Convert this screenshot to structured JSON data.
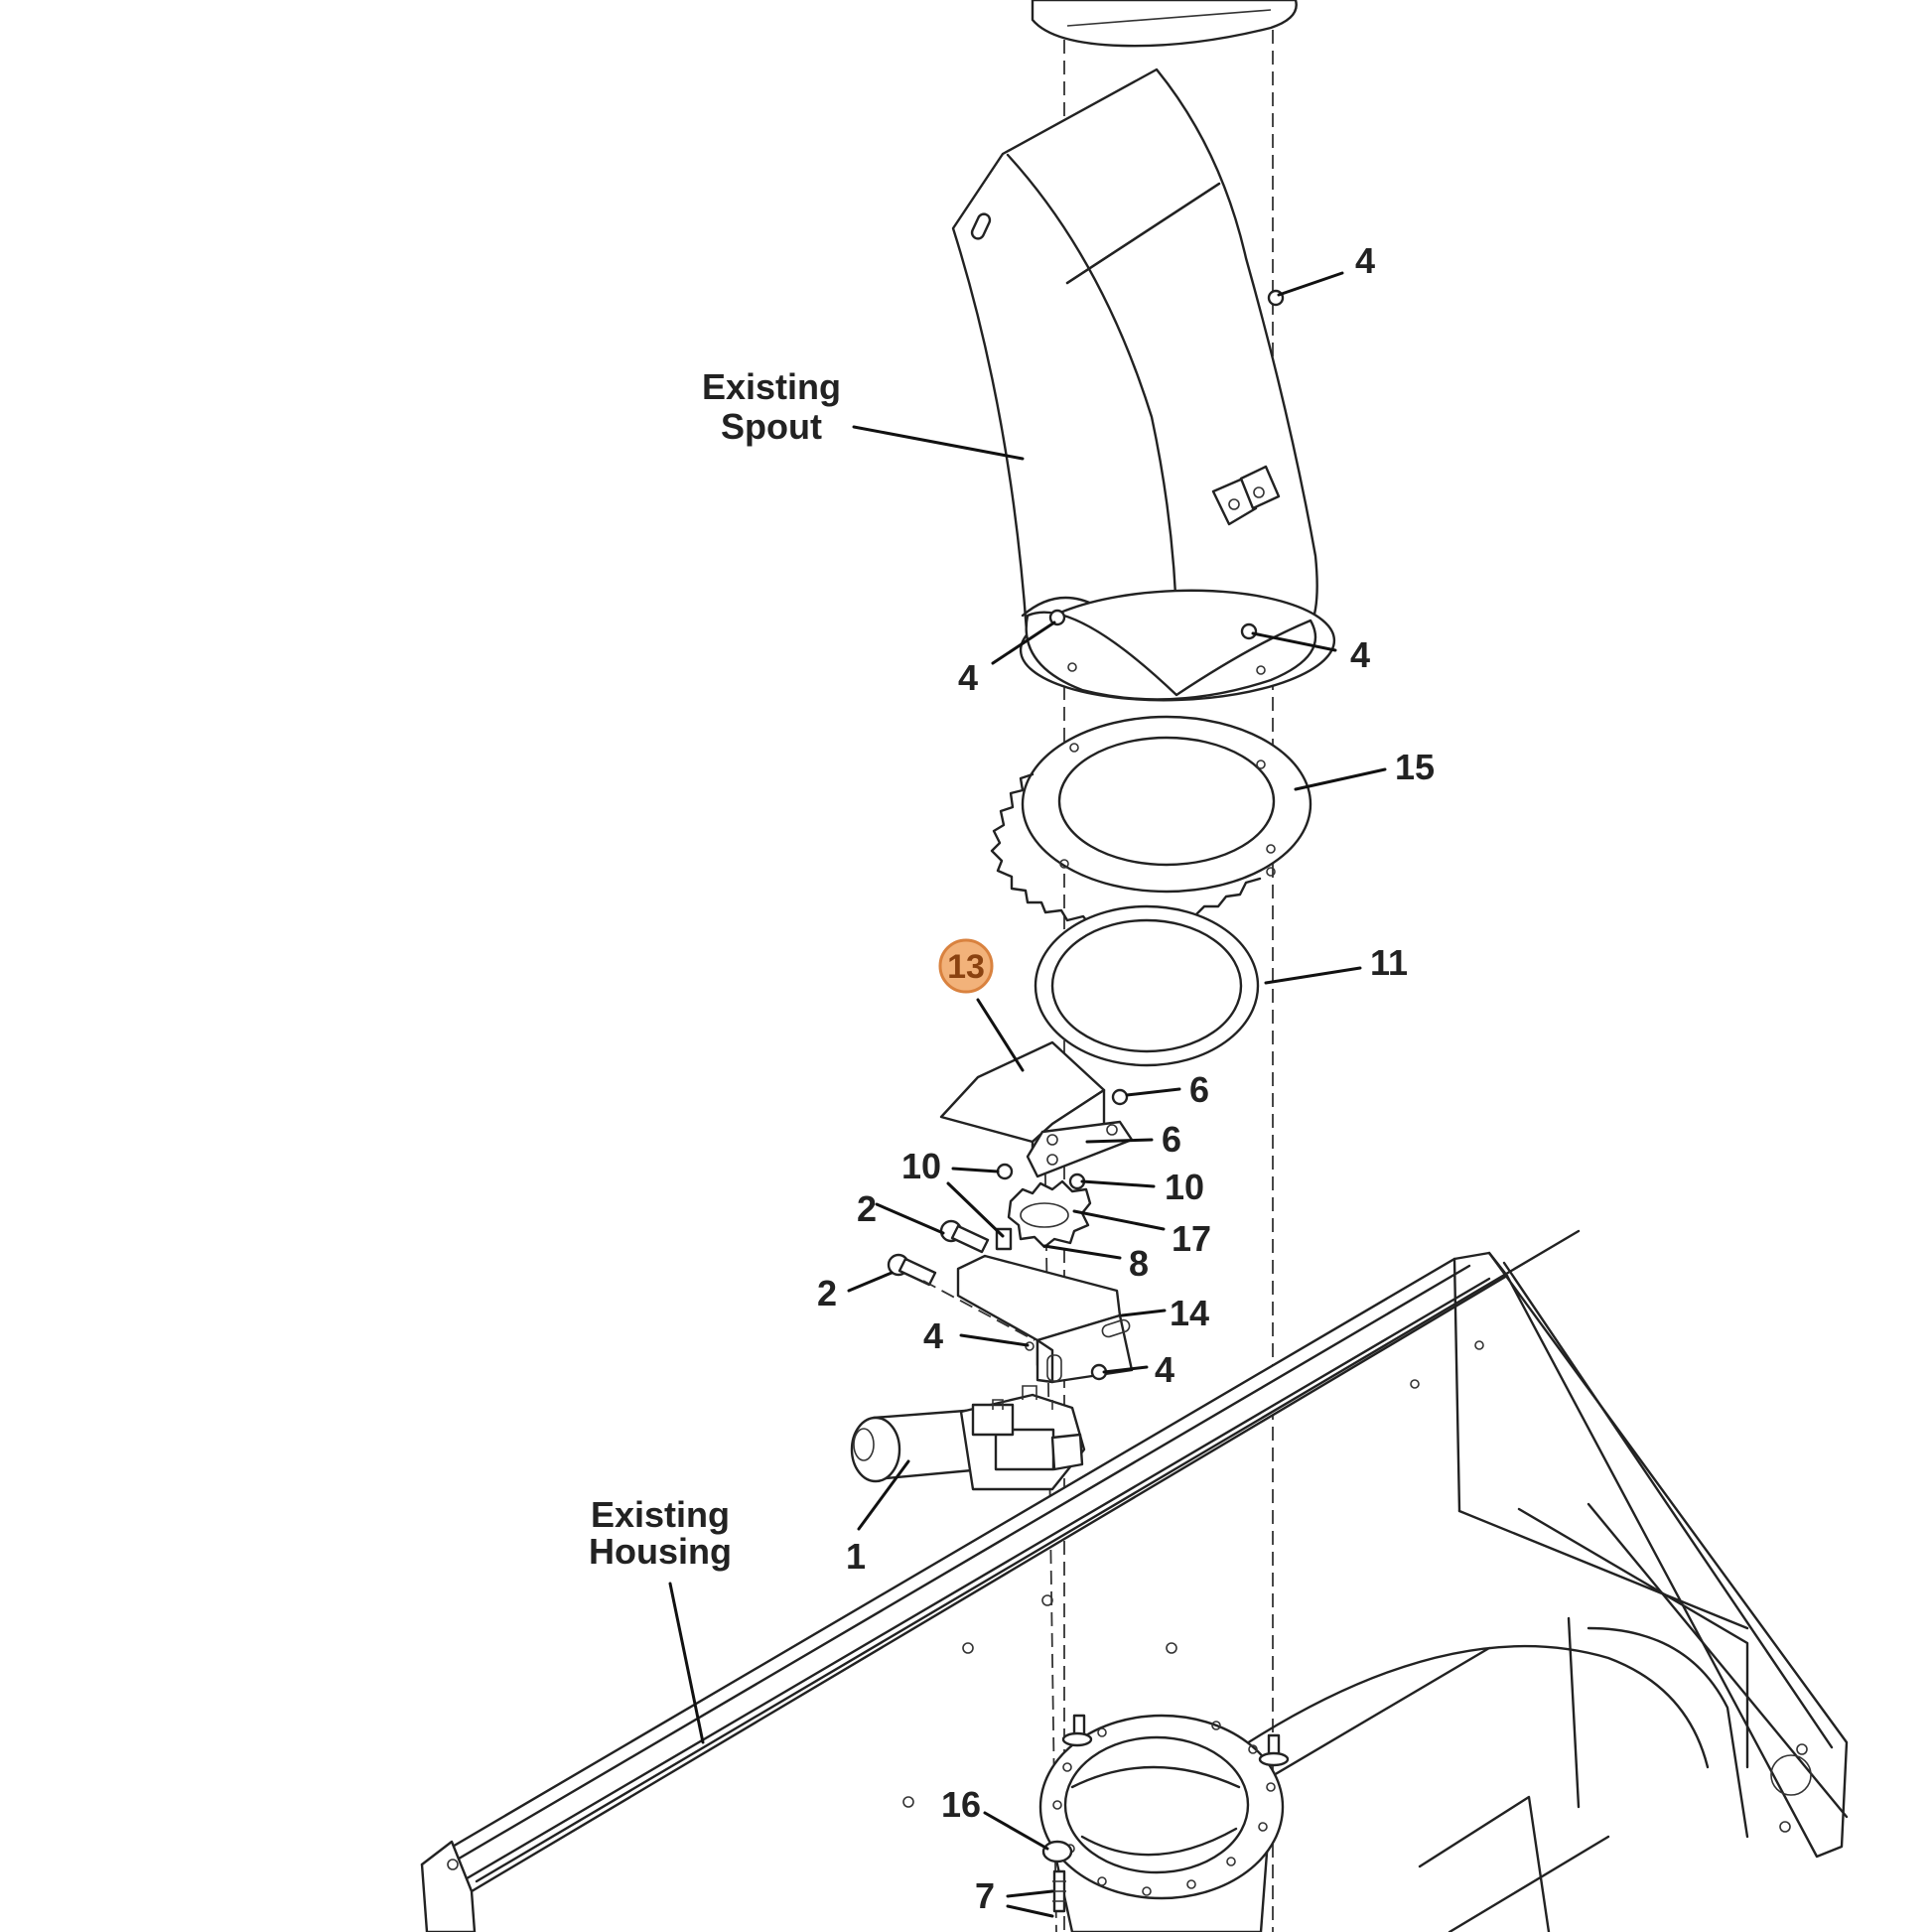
{
  "labels": {
    "existing_spout": [
      "Existing",
      "Spout"
    ],
    "existing_housing": [
      "Existing",
      "Housing"
    ]
  },
  "callouts": [
    {
      "id": "c4a",
      "text": "4"
    },
    {
      "id": "c4b",
      "text": "4"
    },
    {
      "id": "c4c",
      "text": "4"
    },
    {
      "id": "c15",
      "text": "15"
    },
    {
      "id": "c11",
      "text": "11"
    },
    {
      "id": "c13",
      "text": "13"
    },
    {
      "id": "c6a",
      "text": "6"
    },
    {
      "id": "c6b",
      "text": "6"
    },
    {
      "id": "c10a",
      "text": "10"
    },
    {
      "id": "c10b",
      "text": "10"
    },
    {
      "id": "c2a",
      "text": "2"
    },
    {
      "id": "c2b",
      "text": "2"
    },
    {
      "id": "c17",
      "text": "17"
    },
    {
      "id": "c8",
      "text": "8"
    },
    {
      "id": "c14",
      "text": "14"
    },
    {
      "id": "c4d",
      "text": "4"
    },
    {
      "id": "c4e",
      "text": "4"
    },
    {
      "id": "c1",
      "text": "1"
    },
    {
      "id": "c16",
      "text": "16"
    },
    {
      "id": "c7",
      "text": "7"
    }
  ],
  "highlight": {
    "part": "13",
    "color": "#f2b27a"
  }
}
